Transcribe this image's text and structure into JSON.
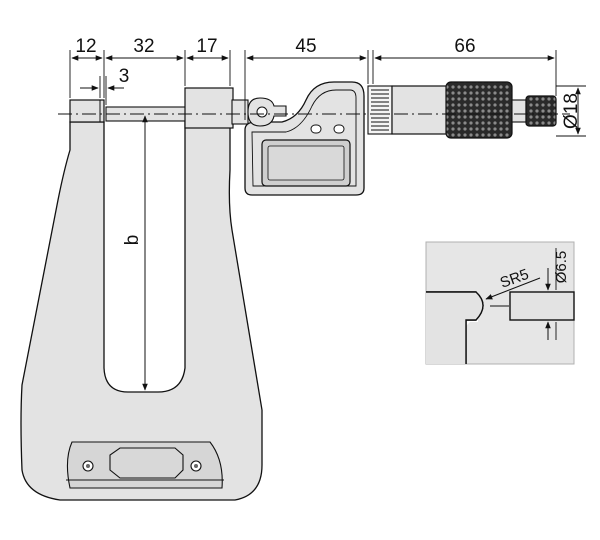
{
  "diagram": {
    "dimensions": {
      "d12": "12",
      "d32": "32",
      "d17": "17",
      "d45": "45",
      "d66": "66",
      "d3": "3",
      "dia18": "Ø18",
      "b": "b"
    },
    "detail": {
      "sr5": "SR5",
      "dia6_5": "Ø6.5"
    }
  },
  "colors": {
    "frame_fill": "#e3e3e3",
    "detail_fill": "#e6e6e6",
    "line": "#111111",
    "display": "#cfcfcf"
  }
}
